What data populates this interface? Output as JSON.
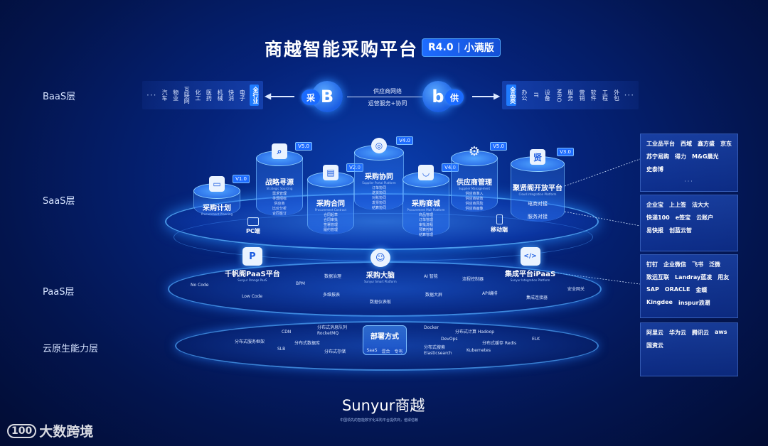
{
  "title": "商越智能采购平台",
  "version": {
    "main": "R4.0",
    "edition": "小满版"
  },
  "rows": {
    "baas": "BaaS层",
    "saas": "SaaS层",
    "paas": "PaaS层",
    "cloud": "云原生能力层"
  },
  "baas": {
    "left_dots": "···",
    "left_industries": [
      "汽车",
      "物业",
      "互联网",
      "化工",
      "医药",
      "机械",
      "快消",
      "电子"
    ],
    "left_highlight": "全行业",
    "buyer_letter": "B",
    "buyer_tag": "采",
    "supplier_letter": "b",
    "supplier_tag": "供",
    "middle_top": "供应商网络",
    "middle_bottom": "运营服务+协同",
    "right_highlight": "全品类",
    "right_categories": [
      "办公",
      "IT",
      "设备",
      "MRO",
      "服务",
      "营销",
      "软件",
      "工程",
      "外包"
    ],
    "right_dots": "···"
  },
  "saas_modules": [
    {
      "name": "采购计划",
      "sub": "Procurement Planning",
      "version": "V1.0",
      "icon": "▭",
      "items": []
    },
    {
      "name": "战略寻源",
      "sub": "Strategic Sourcing",
      "version": "V5.0",
      "icon": "⌕",
      "items": [
        "需求管理",
        "寻源招标",
        "供应商",
        "比价分析",
        "合同签订"
      ]
    },
    {
      "name": "采购合同",
      "sub": "Procurement Contract",
      "version": "V2.0",
      "icon": "▤",
      "items": [
        "合同起草",
        "合同审批",
        "签署管理",
        "履约管理"
      ]
    },
    {
      "name": "采购协同",
      "sub": "Supplier Portal Platform",
      "version": "V4.0",
      "icon": "◎",
      "items": [
        "订单协同",
        "送货协同",
        "对账协同",
        "发票协同",
        "结算协同"
      ]
    },
    {
      "name": "采购商城",
      "sub": "Procurement Mall Platform",
      "version": "V4.0",
      "icon": "◡",
      "items": [
        "商品管理",
        "订单管理",
        "审批流程",
        "预算控制",
        "结算管理"
      ]
    },
    {
      "name": "供应商管理",
      "sub": "Supplier Management",
      "version": "V5.0",
      "icon": "⚙",
      "items": [
        "供应商准入",
        "供应商绩效",
        "供应商风险",
        "供应商画像"
      ]
    },
    {
      "name": "聚贤阁开放平台",
      "sub": "Cloud Integration Platform",
      "version": "V3.0",
      "icon": "贤",
      "items": [
        "电商对接",
        "服务对接"
      ]
    }
  ],
  "devices": {
    "pc": "PC端",
    "mobile": "移动端"
  },
  "paas": {
    "platform": {
      "name": "千帆阁PaaS平台",
      "sub": "Sunyur Orange PaaS",
      "icon": "P"
    },
    "brain": {
      "name": "采购大脑",
      "sub": "Sunyur Smart Platform",
      "icon": "☺"
    },
    "integration": {
      "name": "集成平台iPaaS",
      "sub": "Sunyur Integration Platform",
      "icon": "</>"
    },
    "items": [
      "No Code",
      "Low Code",
      "BPM",
      "数据治理",
      "多维报表",
      "数据仪表板",
      "AI 智能",
      "数据大屏",
      "流程控制器",
      "API编排",
      "集成连接器",
      "安全网关"
    ]
  },
  "cloud": {
    "title": "部署方式",
    "modes": [
      "SaaS",
      "混合",
      "专有"
    ],
    "items": [
      "CDN",
      "分布式消息队列 RocketMQ",
      "分布式服务框架",
      "SLB",
      "分布式数据库",
      "分布式存储",
      "Docker",
      "DevOps",
      "分布式缓存 Redis",
      "分布式计算 Hadoop",
      "分布式搜索 Elasticsearch",
      "Kubernetes",
      "ELK"
    ]
  },
  "logo_panels": [
    [
      "工业品平台",
      "西域",
      "鑫方盛",
      "京东",
      "苏宁易购",
      "得力",
      "M&G晨光",
      "史泰博"
    ],
    [
      "企业宝",
      "上上签",
      "法大大",
      "快递100",
      "e签宝",
      "云账户",
      "易快报",
      "创蓝云智"
    ],
    [
      "钉钉",
      "企业微信",
      "飞书",
      "泛微",
      "致远互联",
      "Landray蓝凌",
      "用友",
      "SAP",
      "ORACLE",
      "金蝶",
      "Kingdee",
      "inspur浪潮"
    ],
    [
      "阿里云",
      "华为云",
      "腾讯云",
      "aws",
      "国资云"
    ]
  ],
  "logo_more": "···",
  "brand": "Sunyur商越",
  "brand_sub": "中国领先的智能数字化采购平台提供商，值得信赖",
  "watermark": "大数跨境",
  "watermark_logo": "100"
}
